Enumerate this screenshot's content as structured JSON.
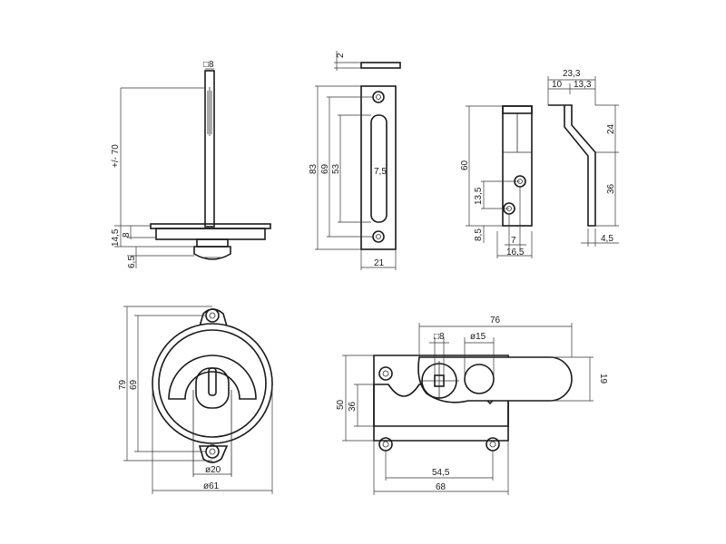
{
  "dimensions": {
    "spindle_sq": "□8",
    "spindle_len": "+/- 70",
    "base_h1": "14,5",
    "base_h2": "8",
    "base_h3": "6,5",
    "plate_thk": "2",
    "plate_h": "83",
    "slot_h": "69",
    "slot_inner": "53",
    "slot_w": "7,5",
    "plate_w": "21",
    "bracket_w": "23,3",
    "bracket_w1": "10",
    "bracket_w2": "13,3",
    "bracket_h": "60",
    "bracket_top": "24",
    "bracket_bot": "36",
    "hole_spacing": "13,5",
    "hole_bottom": "8,5",
    "hole_x": "7",
    "bracket_base": "16,5",
    "bracket_thk": "4,5",
    "rose_h": "79",
    "rose_hole": "69",
    "rose_inner": "ø20",
    "rose_dia": "ø61",
    "latch_len": "76",
    "latch_sq": "□8",
    "latch_dia": "ø15",
    "latch_h": "50",
    "latch_inner_h": "36",
    "latch_tab": "19",
    "latch_hole_sp": "54,5",
    "latch_w": "68"
  }
}
